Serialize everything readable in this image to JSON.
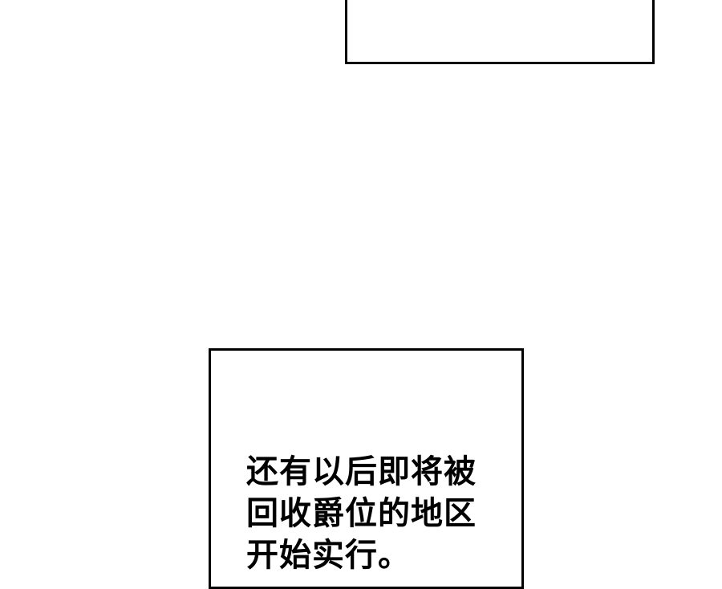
{
  "panels": [
    {
      "id": "top",
      "content": ""
    },
    {
      "id": "bottom",
      "caption_lines": [
        "还有以后即将被",
        "回收爵位的地区",
        "开始实行。"
      ]
    }
  ],
  "colors": {
    "background": "#ffffff",
    "border": "#000000",
    "text": "#000000"
  }
}
